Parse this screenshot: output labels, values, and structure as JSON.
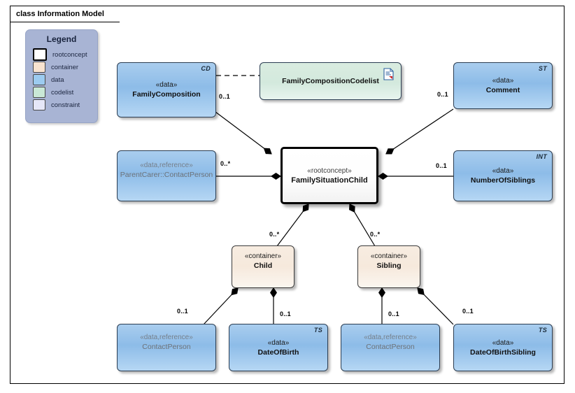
{
  "frame": {
    "title": "class Information Model"
  },
  "legend": {
    "title": "Legend",
    "items": [
      {
        "label": "rootconcept",
        "swatch": "rootconcept-swatch",
        "color": "#ffffff"
      },
      {
        "label": "container",
        "swatch": "container-swatch",
        "color": "#f8e3d0"
      },
      {
        "label": "data",
        "swatch": "data-swatch",
        "color": "#9ccbf0"
      },
      {
        "label": "codelist",
        "swatch": "codelist-swatch",
        "color": "#c9e8d6"
      },
      {
        "label": "constraint",
        "swatch": "constraint-swatch",
        "color": "#e5e7f8"
      }
    ]
  },
  "nodes": {
    "family_composition": {
      "stereotype": "«data»",
      "name": "FamilyComposition",
      "corner": "CD"
    },
    "family_composition_codelist": {
      "stereotype": "",
      "name": "FamilyCompositionCodelist",
      "corner": "",
      "icon": "document-icon"
    },
    "comment": {
      "stereotype": "«data»",
      "name": "Comment",
      "corner": "ST"
    },
    "parent_carer": {
      "stereotype": "«data,reference»",
      "name": "ParentCarer::ContactPerson",
      "corner": ""
    },
    "family_situation_child": {
      "stereotype": "«rootconcept»",
      "name": "FamilySituationChild",
      "corner": ""
    },
    "number_of_siblings": {
      "stereotype": "«data»",
      "name": "NumberOfSiblings",
      "corner": "INT"
    },
    "child": {
      "stereotype": "«container»",
      "name": "Child",
      "corner": ""
    },
    "sibling": {
      "stereotype": "«container»",
      "name": "Sibling",
      "corner": ""
    },
    "child_contact_person": {
      "stereotype": "«data,reference»",
      "name": "ContactPerson",
      "corner": ""
    },
    "date_of_birth": {
      "stereotype": "«data»",
      "name": "DateOfBirth",
      "corner": "TS"
    },
    "sibling_contact_person": {
      "stereotype": "«data,reference»",
      "name": "ContactPerson",
      "corner": ""
    },
    "date_of_birth_sibling": {
      "stereotype": "«data»",
      "name": "DateOfBirthSibling",
      "corner": "TS"
    }
  },
  "multiplicities": {
    "family_composition": "0..1",
    "comment": "0..1",
    "parent_carer": "0..*",
    "number_of_siblings": "0..1",
    "child": "0..*",
    "sibling": "0..*",
    "child_contact_person": "0..1",
    "date_of_birth": "0..1",
    "sibling_contact_person": "0..1",
    "date_of_birth_sibling": "0..1"
  },
  "colors": {
    "data_fill": "#8dbce8",
    "container_fill": "#f6e9dc",
    "codelist_fill": "#d3e9dd",
    "rootconcept_fill": "#ffffff",
    "legend_background": "#a8b4d4",
    "line": "#000000"
  }
}
